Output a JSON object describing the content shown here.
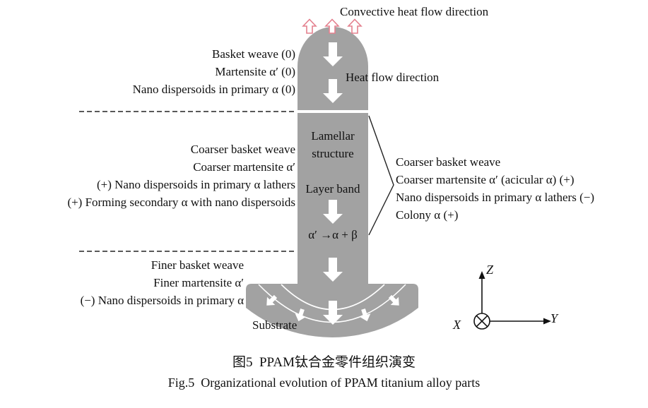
{
  "figure": {
    "top_label": "Convective heat flow direction",
    "heat_flow_label": "Heat flow direction",
    "left_top": [
      "Basket weave (0)",
      "Martensite α′ (0)",
      "Nano dispersoids in primary α (0)"
    ],
    "left_middle": [
      "Coarser basket weave",
      "Coarser martensite α′",
      "(+) Nano dispersoids in primary α lathers",
      "(+) Forming secondary α with nano dispersoids"
    ],
    "left_bottom": [
      "Finer basket weave",
      "Finer martensite α′",
      "(−) Nano dispersoids in primary α"
    ],
    "column": {
      "lamellar": "Lamellar structure",
      "layer_band": "Layer band",
      "transformation": "α′ →α + β"
    },
    "right_annotations": [
      "Coarser basket weave",
      "Coarser martensite α′ (acicular α) (+)",
      "Nano dispersoids in primary α lathers (−)",
      "Colony α (+)"
    ],
    "substrate_label": "Substrate",
    "axes": {
      "x": "X",
      "y": "Y",
      "z": "Z"
    },
    "caption_zh": "图5  PPAM钛合金零件组织演变",
    "caption_en": "Fig.5  Organizational evolution of PPAM titanium alloy parts"
  },
  "colors": {
    "column_gray": "#a2a2a2",
    "convective_arrow_pink": "#e4808e",
    "heat_arrow_white": "#ffffff",
    "dashed_line": "#222222",
    "text": "#111111"
  }
}
